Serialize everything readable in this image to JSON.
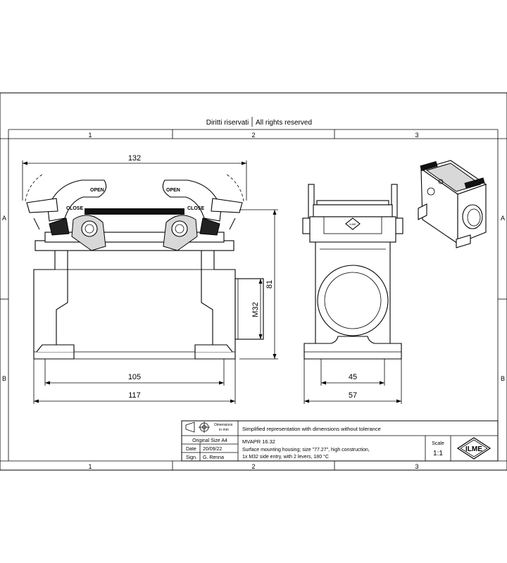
{
  "header": {
    "rights_it": "Diritti riservati",
    "rights_en": "All rights reserved"
  },
  "grid": {
    "columns": [
      "1",
      "2",
      "3"
    ],
    "rows": [
      "A",
      "B"
    ]
  },
  "labels": {
    "open": "OPEN",
    "close": "CLOSE"
  },
  "dimensions": {
    "width_top": "132",
    "height": "81",
    "entry": "M32",
    "inner_width": "105",
    "outer_width": "117",
    "side_inner": "45",
    "side_outer": "57"
  },
  "title_block": {
    "dims_note": "Dimensions in mm",
    "original_size": "Original Size A4",
    "date_label": "Date",
    "date_value": "20/09/22",
    "sign_label": "Sign.",
    "sign_value": "G. Renna",
    "note": "Simplified representation with dimensions without tolerance",
    "code": "MVAPR 16.32",
    "description_1": "Surface mounting housing; size \"77.27\", high construction,",
    "description_2": "1x M32 side entry,  with 2 levers, 180 °C",
    "scale_label": "Scale",
    "scale_value": "1:1",
    "logo": "ILME"
  }
}
